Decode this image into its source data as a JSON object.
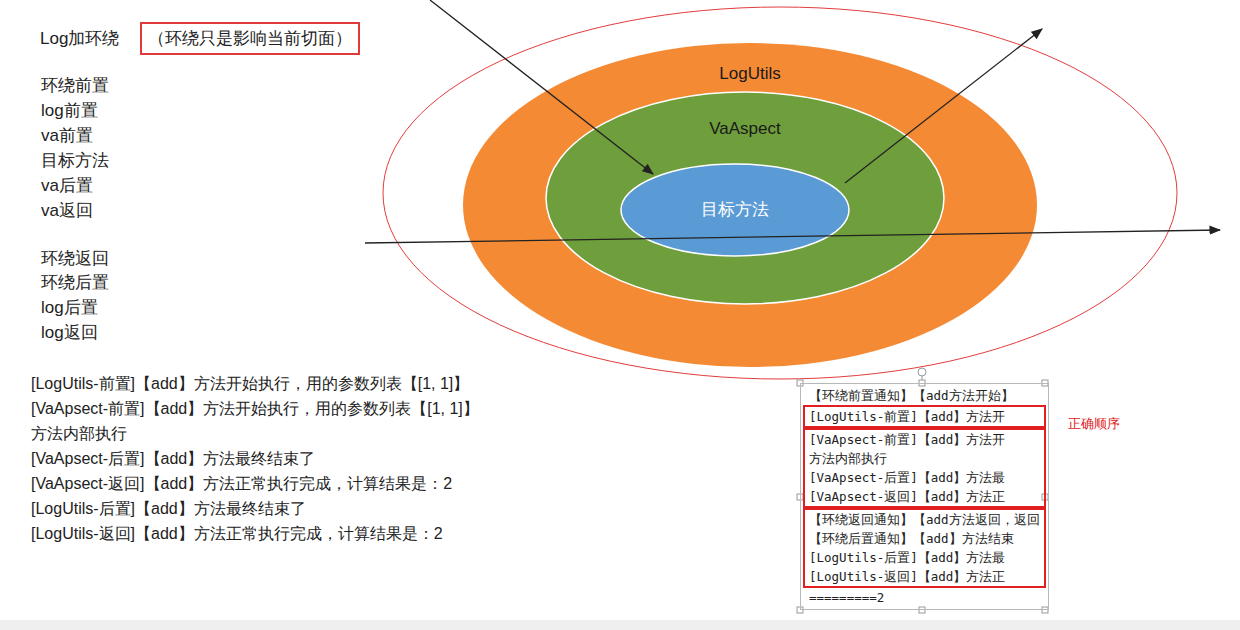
{
  "diagram": {
    "title": "Log加环绕",
    "nodes": [
      {
        "text": [
          "（环绕只是影响当前切面）"
        ]
      },
      {
        "text": [
          "LogUtils"
        ]
      },
      {
        "text": [
          "VaAspect"
        ],
        "in": 1
      },
      {
        "text": [
          "目标方法"
        ],
        "in": 2
      },
      {
        "text": [
          "【环绕前置通知】【add方法开始】",
          "=========2"
        ]
      },
      {
        "text": [
          "[LogUtils-前置]【add】方法开"
        ],
        "in": 4
      },
      {
        "text": [
          "[VaApsect-前置]【add】方法开",
          "方法内部执行",
          "[VaApsect-后置]【add】方法最",
          "[VaApsect-返回]【add】方法正"
        ],
        "in": 4
      },
      {
        "text": [
          "【环绕返回通知】【add方法返回，返回",
          "【环绕后置通知】【add】方法结束",
          "[LogUtils-后置]【add】方法最",
          "[LogUtils-返回]【add】方法正"
        ],
        "in": 4
      }
    ],
    "labels": [
      "环绕前置",
      "log前置",
      "va前置",
      "目标方法",
      "va后置",
      "va返回",
      "环绕返回",
      "环绕后置",
      "log后置",
      "log返回",
      "[LogUtils-前置]【add】方法开始执行，用的参数列表【[1, 1]】",
      "[VaApsect-前置]【add】方法开始执行，用的参数列表【[1, 1]】",
      "方法内部执行",
      "[VaApsect-后置]【add】方法最终结束了",
      "[VaApsect-返回]【add】方法正常执行完成，计算结果是：2",
      "[LogUtils-后置]【add】方法最终结束了",
      "[LogUtils-返回]【add】方法正常执行完成，计算结果是：2",
      "正确顺序"
    ]
  }
}
